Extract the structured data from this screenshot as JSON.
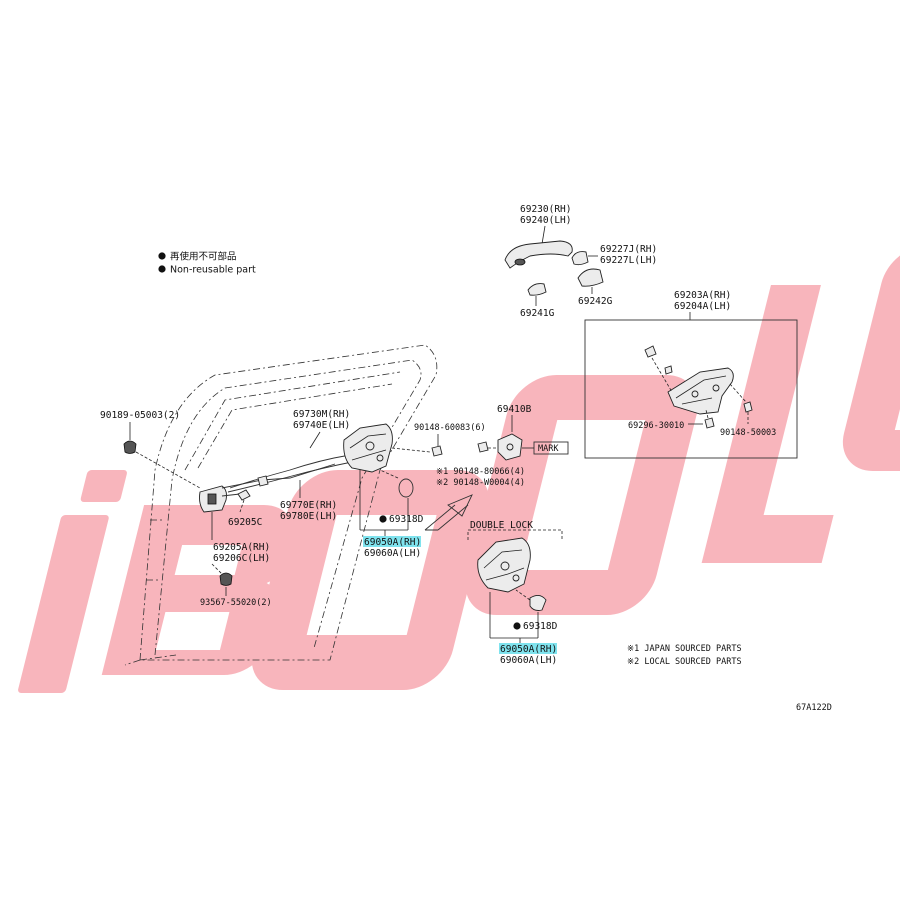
{
  "legend": {
    "jp_text": "再使用不可部品",
    "en_text": "Non-reusable part"
  },
  "watermark": {
    "text": "iBooLo",
    "color": "#f47a86"
  },
  "colors": {
    "highlight": "#7fe3ee",
    "line": "#222222"
  },
  "callouts": {
    "handle_rh": "69230(RH)",
    "handle_lh": "69240(LH)",
    "cover_rh": "69227J(RH)",
    "cover_lh": "69227L(LH)",
    "pad_241g": "69241G",
    "pad_242g": "69242G",
    "frame_rh": "69203A(RH)",
    "frame_lh": "69204A(LH)",
    "clip_90189": "90189-05003(2)",
    "cable_rh": "69730M(RH)",
    "cable_lh": "69740E(LH)",
    "screw_60083": "90148-60083(6)",
    "striker": "69410B",
    "mark_box": "MARK",
    "screw_80066": "※1 90148-80066(4)",
    "screw_w0004": "※2 90148-W0004(4)",
    "screw_30010": "69296-30010",
    "screw_50003": "90148-50003",
    "rod_rh": "69770E(RH)",
    "rod_lh": "69780E(LH)",
    "clip_205c": "69205C",
    "inner_handle_rh": "69205A(RH)",
    "inner_handle_lh": "69206C(LH)",
    "seal_upper": "69318D",
    "lock_upper_rh": "69050A(RH)",
    "lock_upper_lh": "69060A(LH)",
    "double_lock": "DOUBLE LOCK",
    "seal_lower": "69318D",
    "lock_lower_rh": "69050A(RH)",
    "lock_lower_lh": "69060A(LH)",
    "screw_93567": "93567-55020(2)"
  },
  "footnotes": {
    "note1": "※1  JAPAN SOURCED PARTS",
    "note2": "※2  LOCAL SOURCED PARTS"
  },
  "diagram_code": "67A122D"
}
